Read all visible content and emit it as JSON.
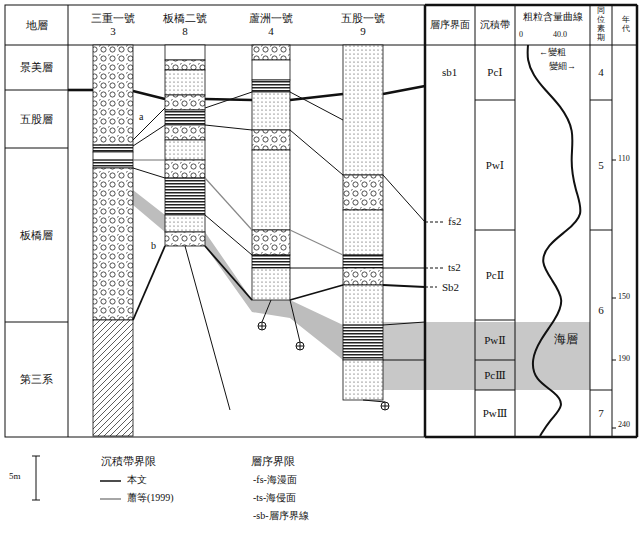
{
  "diagram": {
    "nodes": [
      {
        "text": [
          "地層"
        ]
      },
      {
        "text": [
          "景美層"
        ]
      },
      {
        "text": [
          "五股層"
        ]
      },
      {
        "text": [
          "板橋層"
        ]
      },
      {
        "text": [
          "第三系"
        ]
      },
      {
        "text": [
          "三重一號",
          "3"
        ]
      },
      {
        "text": [
          "板橋二號",
          "8"
        ]
      },
      {
        "text": [
          "蘆洲一號",
          "4"
        ]
      },
      {
        "text": [
          "五股一號",
          "9"
        ]
      },
      {
        "text": [
          "層序界面"
        ]
      },
      {
        "text": [
          "沉積帶"
        ]
      },
      {
        "text": [
          "粗粒含量曲線"
        ]
      },
      {
        "text": [
          "同位素期"
        ]
      },
      {
        "text": [
          "年代"
        ]
      },
      {
        "text": [
          "PcⅠ"
        ]
      },
      {
        "text": [
          "PwⅠ"
        ]
      },
      {
        "text": [
          "PcⅡ"
        ]
      },
      {
        "text": [
          "PwⅡ"
        ]
      },
      {
        "text": [
          "PcⅢ"
        ]
      },
      {
        "text": [
          "PwⅢ"
        ]
      },
      {
        "text": [
          "4"
        ]
      },
      {
        "text": [
          "5"
        ]
      },
      {
        "text": [
          "6"
        ]
      },
      {
        "text": [
          "7"
        ]
      }
    ],
    "labels": [
      "sb1",
      "fs2",
      "ts2",
      "Sb2",
      "海層",
      "0",
      "40.0",
      "←變粗",
      "變細→",
      "110",
      "150",
      "190",
      "240",
      "a",
      "b",
      "5m",
      "沉積帶界限",
      "層序界限"
    ],
    "legend": [
      {
        "text": "本文"
      },
      {
        "text": "蕭等(1999)"
      },
      {
        "text": "-fs-海漫面"
      },
      {
        "text": "-ts-海侵面"
      },
      {
        "text": "-sb-層序界線"
      }
    ]
  }
}
